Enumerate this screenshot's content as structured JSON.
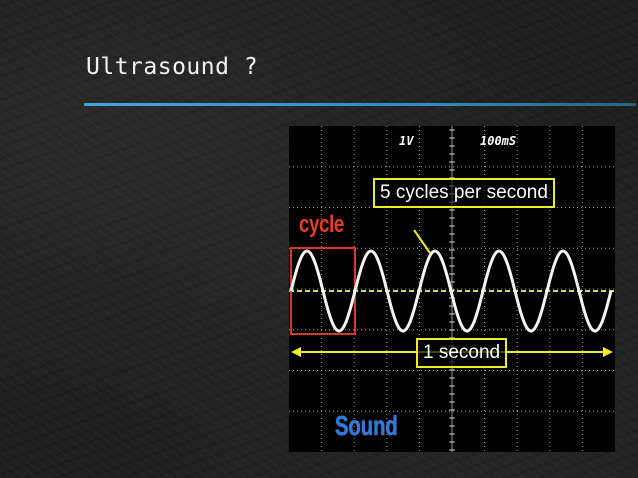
{
  "slide": {
    "title": "Ultrasound ?"
  },
  "scope": {
    "voltage_scale": "1V",
    "time_scale": "100mS",
    "cycles_label": "5 cycles per second",
    "cycle_label": "cycle",
    "duration_label": "1 second",
    "sound_label": "Sound",
    "cycles_shown": 5
  },
  "colors": {
    "title_rule": "#3fa7d8",
    "highlight_box": "#ecec28",
    "cycle_text": "#e93c24",
    "sound_text": "#2f78e0",
    "wave": "#f4f4f4",
    "grid": "#9a9a9a"
  }
}
